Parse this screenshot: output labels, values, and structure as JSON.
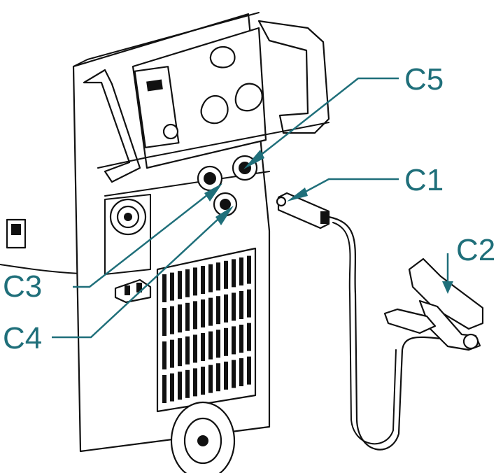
{
  "labels": {
    "c1": "C1",
    "c2": "C2",
    "c3": "C3",
    "c4": "C4",
    "c5": "C5"
  },
  "colors": {
    "callout": "#1f6f7a",
    "ink": "#111111"
  }
}
